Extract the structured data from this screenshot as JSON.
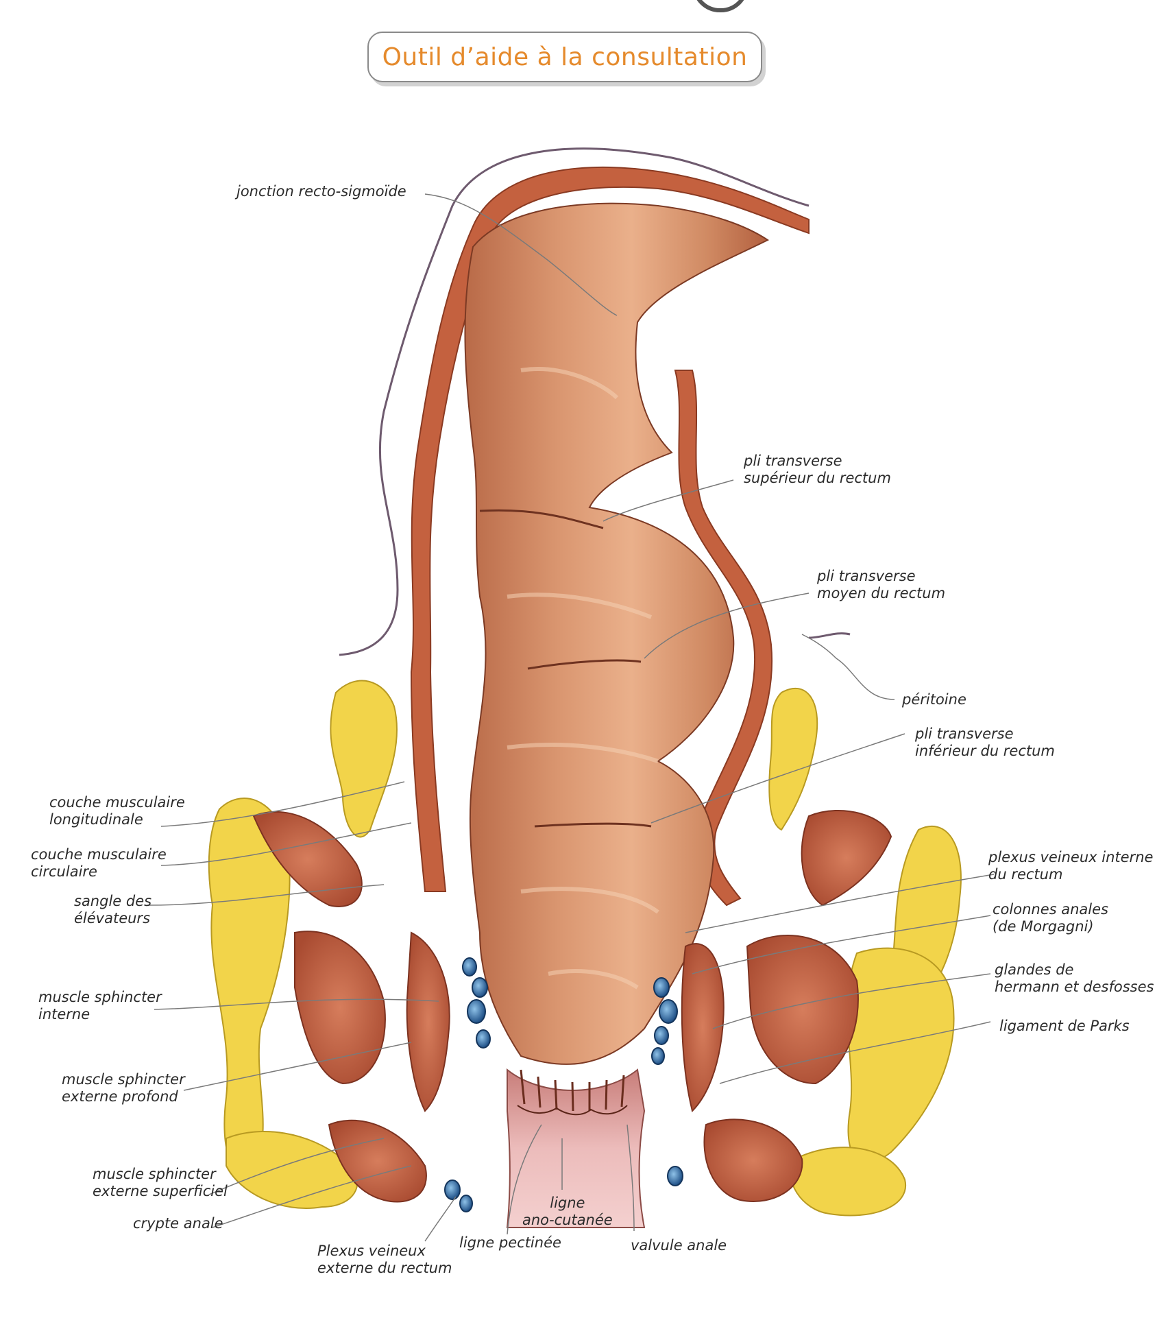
{
  "header": {
    "title": "Outil d’aide à la consultation"
  },
  "labels": {
    "jonction": "jonction recto-sigmoïde",
    "pli_sup": [
      "pli transverse",
      "supérieur du rectum"
    ],
    "pli_moy": [
      "pli transverse",
      "moyen du rectum"
    ],
    "peritoine": "péritoine",
    "pli_inf": [
      "pli transverse",
      "inférieur du rectum"
    ],
    "couche_long": [
      "couche musculaire",
      "longitudinale"
    ],
    "couche_circ": [
      "couche musculaire",
      "circulaire"
    ],
    "sangle": [
      "sangle des",
      "élévateurs"
    ],
    "sph_interne": [
      "muscle sphincter",
      "interne"
    ],
    "sph_ext_prof": [
      "muscle sphincter",
      "externe profond"
    ],
    "sph_ext_sup": [
      "muscle sphincter",
      "externe superficiel"
    ],
    "crypte": "crypte anale",
    "plexus_ext": [
      "Plexus veineux",
      "externe du rectum"
    ],
    "ligne_pect": "ligne pectinée",
    "ligne_ano": [
      "ligne",
      "ano-cutanée"
    ],
    "valvule": "valvule anale",
    "plexus_int": [
      "plexus veineux interne",
      "du rectum"
    ],
    "colonnes": [
      "colonnes anales",
      "(de Morgagni)"
    ],
    "glandes": [
      "glandes de",
      "hermann et desfosses"
    ],
    "ligament": "ligament de Parks"
  },
  "colors": {
    "title": "#e58a2c",
    "muscle": "#c8684a",
    "mucosa": "#d48a64",
    "fat": "#f0d040",
    "wall": "#b8573c",
    "vein": "#2f6fa8",
    "anal_skin": "#e6a9a8"
  }
}
